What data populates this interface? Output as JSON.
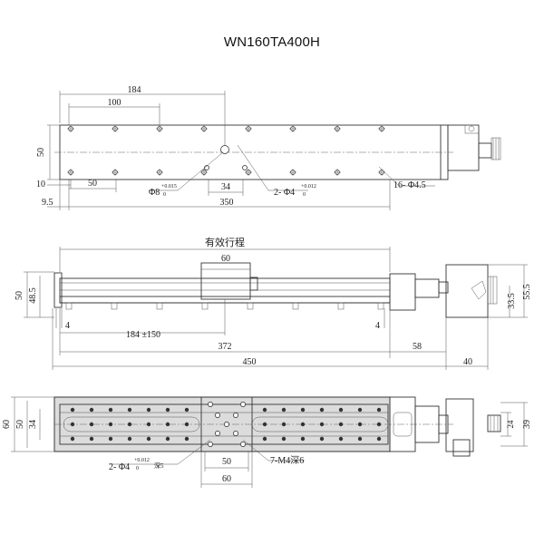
{
  "title": "WN160TA400H",
  "top_view": {
    "d184": "184",
    "d100": "100",
    "d50h": "50",
    "d50": "50",
    "d10": "10",
    "d9_5": "9.5",
    "d350": "350",
    "d34": "34",
    "hole8_main": "Φ8",
    "hole8_tol_up": "+0.015",
    "hole8_tol_lo": "0",
    "hole4_prefix": "2- Φ4",
    "hole4_tol_up": "+0.012",
    "hole4_tol_lo": "0",
    "holes16": "16- Φ4.5"
  },
  "side_view": {
    "stroke_label": "有效行程",
    "d60": "60",
    "d50v": "50",
    "d48_5": "48.5",
    "d4_left": "4",
    "d4_right": "4",
    "d184_tol": "184 ±150",
    "d372": "372",
    "d58": "58",
    "d450": "450",
    "d40": "40",
    "d33_5": "33.5",
    "d55_5": "55.5"
  },
  "bottom_view": {
    "d60v": "60",
    "d50v": "50",
    "d34v": "34",
    "hole4_prefix": "2- Φ4",
    "hole4_tol_up": "+0.012",
    "hole4_tol_lo": "0",
    "hole4_depth": "深5",
    "m4": "7-M4深6",
    "d50": "50",
    "d60": "60",
    "d24": "24",
    "d39": "39"
  }
}
